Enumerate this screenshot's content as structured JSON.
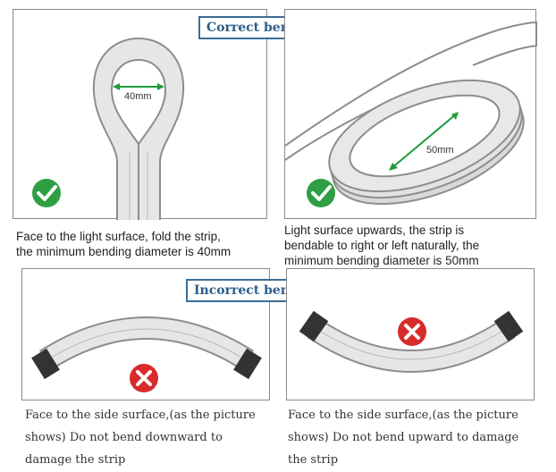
{
  "sections": {
    "correct_label": "Correct bending way",
    "incorrect_label": "Incorrect bending way"
  },
  "panels": {
    "p1": {
      "dimension": "40mm",
      "status": "check",
      "caption_lines": [
        "Face to the light surface, fold the strip,",
        "the minimum bending diameter is 40mm"
      ]
    },
    "p2": {
      "dimension": "50mm",
      "status": "check",
      "caption_lines": [
        "Light surface upwards, the strip is",
        "bendable to right or left naturally, the",
        "minimum bending diameter is 50mm"
      ]
    },
    "p3": {
      "status": "cross",
      "caption_lines": [
        "Face to the side surface,(as the picture",
        "shows) Do not bend downward to",
        "damage the strip"
      ]
    },
    "p4": {
      "status": "cross",
      "caption_lines": [
        "Face to the side surface,(as the picture",
        "shows) Do not bend upward to damage",
        "the strip"
      ]
    }
  },
  "colors": {
    "strip_fill": "#e6e6e6",
    "strip_outline": "#8d8d8d",
    "check_green": "#2ea043",
    "cross_red": "#d92b2b",
    "label_blue": "#2f5f8a"
  }
}
